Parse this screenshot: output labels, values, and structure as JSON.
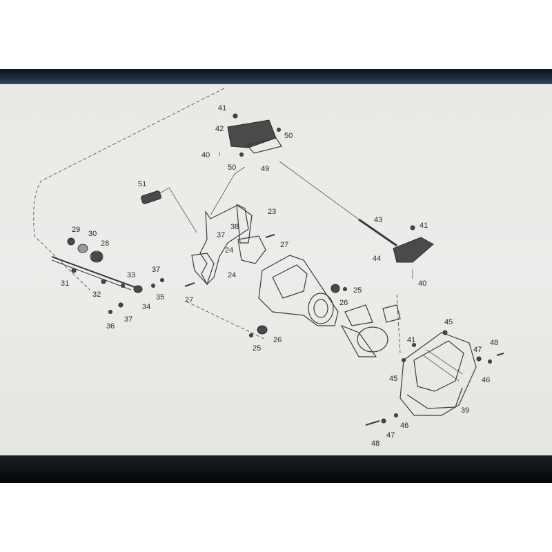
{
  "callouts": [
    "41",
    "42",
    "50",
    "40",
    "50",
    "49",
    "51",
    "23",
    "38",
    "37",
    "24",
    "27",
    "24",
    "27",
    "29",
    "30",
    "28",
    "31",
    "33",
    "37",
    "32",
    "34",
    "35",
    "37",
    "36",
    "25",
    "26",
    "25",
    "26",
    "43",
    "41",
    "44",
    "40",
    "45",
    "41",
    "47",
    "48",
    "45",
    "46",
    "39",
    "46",
    "47",
    "48"
  ]
}
